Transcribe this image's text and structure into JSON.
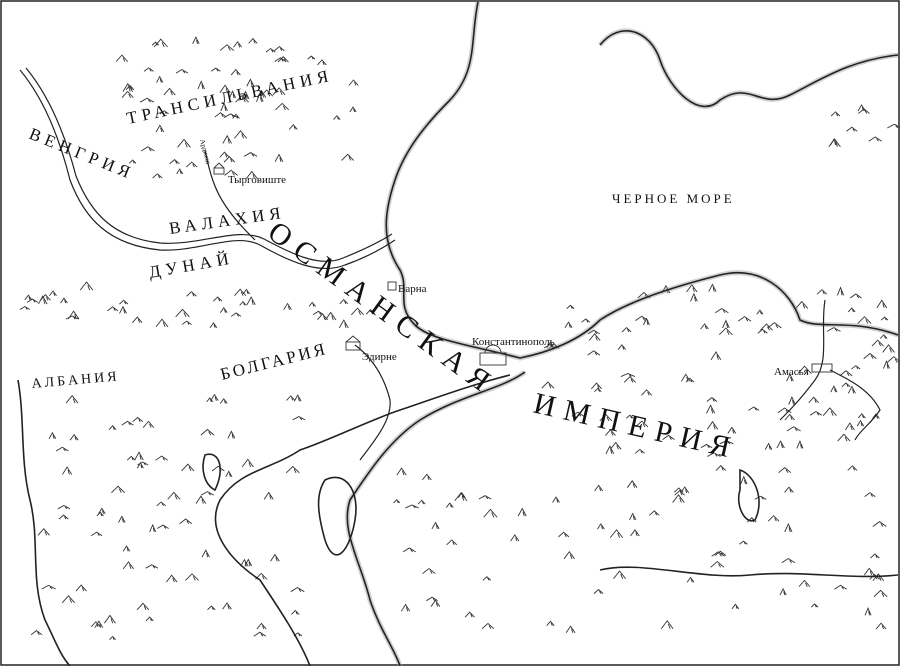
{
  "map": {
    "regions": {
      "transylvania": "ТРАНСИЛЬВАНИЯ",
      "hungary": "ВЕНГРИЯ",
      "wallachia": "ВАЛАХИЯ",
      "danube": "ДУНАЙ",
      "bulgaria": "БОЛГАРИЯ",
      "albania": "АЛБАНИЯ",
      "black_sea": "ЧЕРНОЕ МОРЕ",
      "ottoman_1": "ОСМАНСКАЯ",
      "ottoman_2": "ИМПЕРИЯ"
    },
    "cities": {
      "targoviste": "Тырговиште",
      "varna": "Варна",
      "edirne": "Эдирне",
      "constantinople": "Константинополь",
      "amasya": "Амасья"
    },
    "rivers": {
      "arges": "Арджеш"
    }
  }
}
